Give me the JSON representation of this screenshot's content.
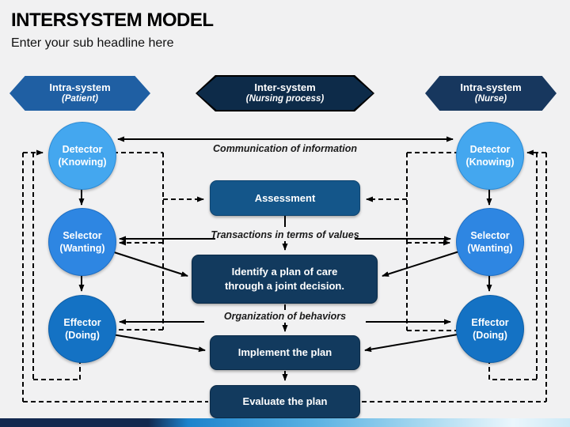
{
  "header": {
    "title": "INTERSYSTEM MODEL",
    "subtitle": "Enter your sub headline here"
  },
  "banners": {
    "patient": {
      "line1": "Intra-system",
      "line2": "(Patient)",
      "color": "#1f5fa3"
    },
    "nursing": {
      "line1": "Inter-system",
      "line2": "(Nursing process)",
      "color": "#0d2b49"
    },
    "nurse": {
      "line1": "Intra-system",
      "line2": "(Nurse)",
      "color": "#17375e"
    }
  },
  "circles": [
    {
      "line1": "Detector",
      "line2": "(Knowing)",
      "color": "#44a7ef"
    },
    {
      "line1": "Selector",
      "line2": "(Wanting)",
      "color": "#2e86e2"
    },
    {
      "line1": "Effector",
      "line2": "(Doing)",
      "color": "#1472c4"
    }
  ],
  "process_boxes": {
    "assessment": {
      "label": "Assessment",
      "color": "#14568a"
    },
    "identify": {
      "label": "Identify a plan of care through a joint decision.",
      "color": "#123a5e"
    },
    "implement": {
      "label": "Implement the plan",
      "color": "#123a5e"
    },
    "evaluate": {
      "label": "Evaluate the plan",
      "color": "#123a5e"
    }
  },
  "flow_labels": {
    "communication": "Communication of information",
    "transactions": "Transactions in terms of values",
    "organization": "Organization of behaviors"
  },
  "colors": {
    "background": "#f1f1f2",
    "line": "#000000",
    "bar_gradient_start": "#13294f",
    "bar_gradient_mid": "#1d83cc",
    "bar_gradient_end": "#cde9f6"
  }
}
